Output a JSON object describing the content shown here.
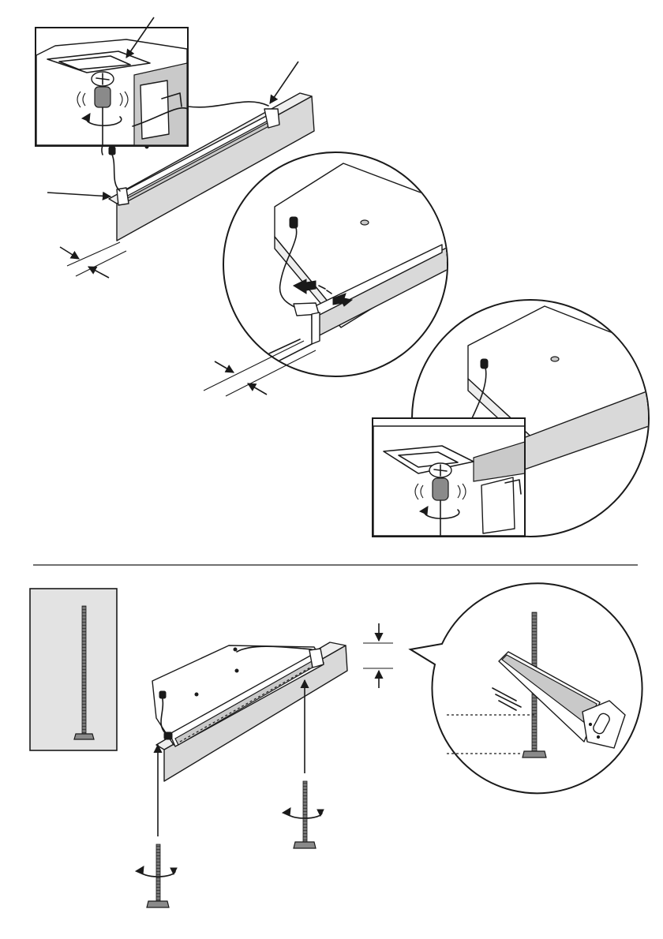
{
  "figure": {
    "type": "assembly-instruction-diagram",
    "language": "none",
    "steps": [
      {
        "panels": [
          "screw-detail-inset",
          "led-strip-overview",
          "cable-clip-zoom",
          "side-screw-detail"
        ]
      },
      {
        "panels": [
          "rod-inset",
          "led-strip-with-rods",
          "saw-cut-bubble"
        ]
      }
    ]
  },
  "colors": {
    "ink": "#1a1a1a",
    "board": "#d9d9d9",
    "board_top": "#eeeeee",
    "shadow": "#c9c9c9",
    "background": "#ffffff"
  },
  "icons": [
    "screw-icon",
    "rotate-arrow-icon",
    "saw-icon",
    "threaded-rod-icon",
    "double-arrow-icon",
    "led-strip-icon"
  ]
}
